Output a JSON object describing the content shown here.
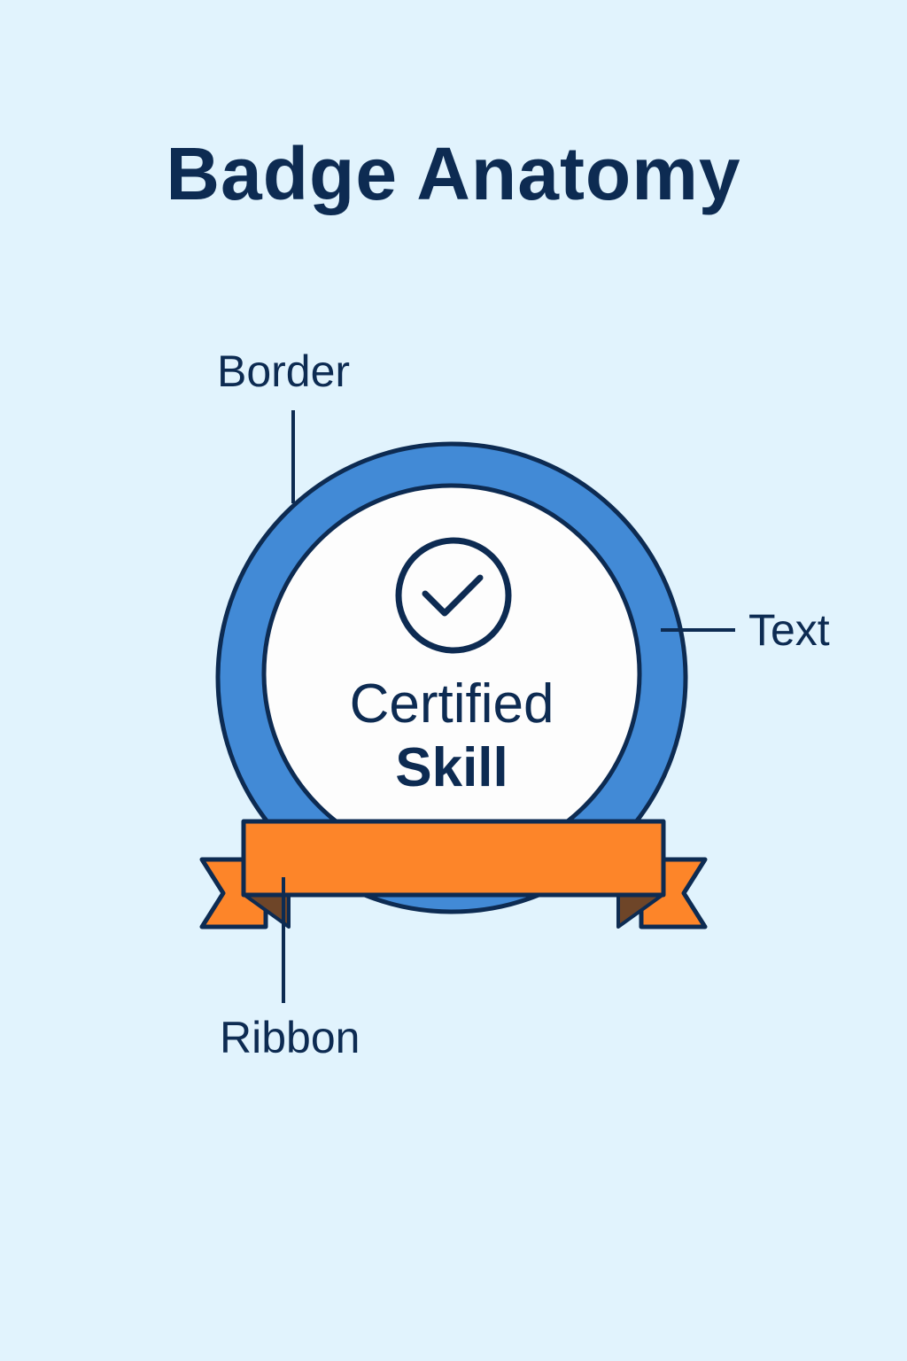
{
  "title": "Badge Anatomy",
  "badge": {
    "text_line1": "Certified",
    "text_line2": "Skill",
    "icon": "check-circle-icon"
  },
  "callouts": {
    "border": "Border",
    "text": "Text",
    "ribbon": "Ribbon"
  },
  "colors": {
    "background": "#e1f3fd",
    "outline": "#0d2b52",
    "border_ring": "#428ad6",
    "badge_face": "#fdfdfd",
    "ribbon": "#fd8529",
    "ribbon_fold": "#6e4528"
  }
}
